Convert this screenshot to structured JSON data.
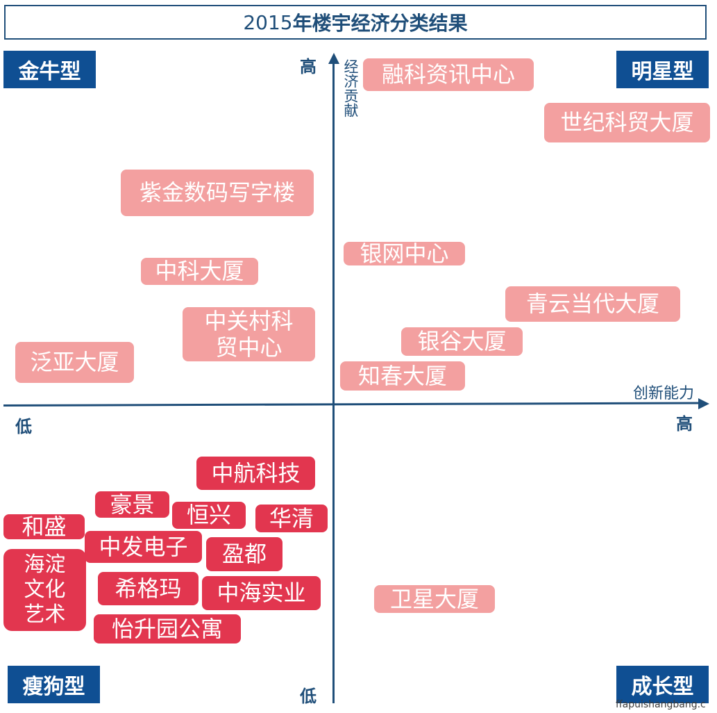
{
  "title": {
    "year": "2015",
    "text": "年楼宇经济分类结果"
  },
  "quadrants": {
    "top_left": "金牛型",
    "top_right": "明星型",
    "bottom_left": "瘦狗型",
    "bottom_right": "成长型"
  },
  "axes": {
    "y_name": "经济贡献",
    "x_name": "创新能力",
    "y_high": "高",
    "y_low": "低",
    "x_high": "高",
    "x_low": "低"
  },
  "buildings": [
    {
      "name": "融科资讯中心",
      "category": "明星型"
    },
    {
      "name": "世纪科贸大厦",
      "category": "明星型"
    },
    {
      "name": "紫金数码写字楼",
      "category": "金牛型"
    },
    {
      "name": "银网中心",
      "category": "明星型"
    },
    {
      "name": "中科大厦",
      "category": "金牛型"
    },
    {
      "name": "青云当代大厦",
      "category": "明星型"
    },
    {
      "name": "中关村科\n贸中心",
      "category": "金牛型"
    },
    {
      "name": "银谷大厦",
      "category": "明星型"
    },
    {
      "name": "泛亚大厦",
      "category": "金牛型"
    },
    {
      "name": "知春大厦",
      "category": "明星型"
    },
    {
      "name": "中航科技",
      "category": "瘦狗型"
    },
    {
      "name": "豪景",
      "category": "瘦狗型"
    },
    {
      "name": "恒兴",
      "category": "瘦狗型"
    },
    {
      "name": "华清",
      "category": "瘦狗型"
    },
    {
      "name": "和盛",
      "category": "瘦狗型"
    },
    {
      "name": "中发电子",
      "category": "瘦狗型"
    },
    {
      "name": "盈都",
      "category": "瘦狗型"
    },
    {
      "name": "海淀\n文化\n艺术",
      "category": "瘦狗型"
    },
    {
      "name": "希格玛",
      "category": "瘦狗型"
    },
    {
      "name": "中海实业",
      "category": "瘦狗型"
    },
    {
      "name": "卫星大厦",
      "category": "成长型"
    },
    {
      "name": "怡升园公寓",
      "category": "瘦狗型"
    }
  ],
  "colors": {
    "axis": "#1f4e79",
    "quadrant_label_bg": "#0f4f93",
    "light_box": "#f3a0a0",
    "dark_box": "#e2364f"
  },
  "watermark": "ffapuishangbang.c"
}
